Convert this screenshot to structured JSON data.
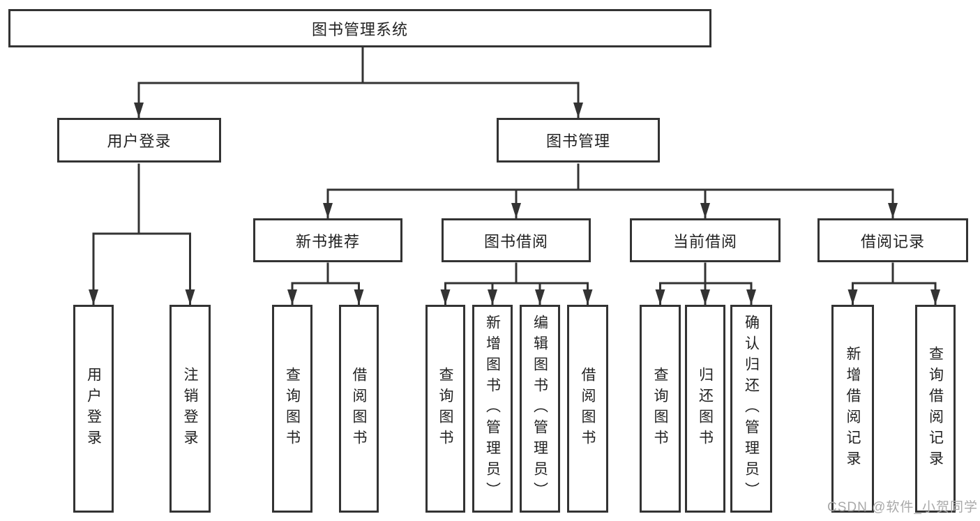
{
  "colors": {
    "line": "#333333",
    "text": "#222222",
    "background": "#ffffff",
    "watermark": "#a9a9a9"
  },
  "watermark": {
    "text": "CSDN @软件_小贺同学"
  },
  "nodes": {
    "root": {
      "label": "图书管理系统"
    },
    "user_login": {
      "label": "用户登录"
    },
    "book_management": {
      "label": "图书管理"
    },
    "login": {
      "label": "用户登录"
    },
    "logout": {
      "label": "注销登录"
    },
    "new_book_recommend": {
      "label": "新书推荐"
    },
    "book_borrow": {
      "label": "图书借阅"
    },
    "current_borrow": {
      "label": "当前借阅"
    },
    "borrow_records": {
      "label": "借阅记录"
    },
    "nbr_query_book": {
      "label": "查询图书"
    },
    "nbr_borrow_book": {
      "label": "借阅图书"
    },
    "bb_query_book": {
      "label": "查询图书"
    },
    "bb_add_book": {
      "label": "新增图书（管理员）"
    },
    "bb_edit_book": {
      "label": "编辑图书（管理员）"
    },
    "bb_borrow_book": {
      "label": "借阅图书"
    },
    "cb_query_book": {
      "label": "查询图书"
    },
    "cb_return_book": {
      "label": "归还图书"
    },
    "cb_confirm_return": {
      "label": "确认归还（管理员）"
    },
    "br_add_record": {
      "label": "新增借阅记录"
    },
    "br_query_record": {
      "label": "查询借阅记录"
    }
  }
}
